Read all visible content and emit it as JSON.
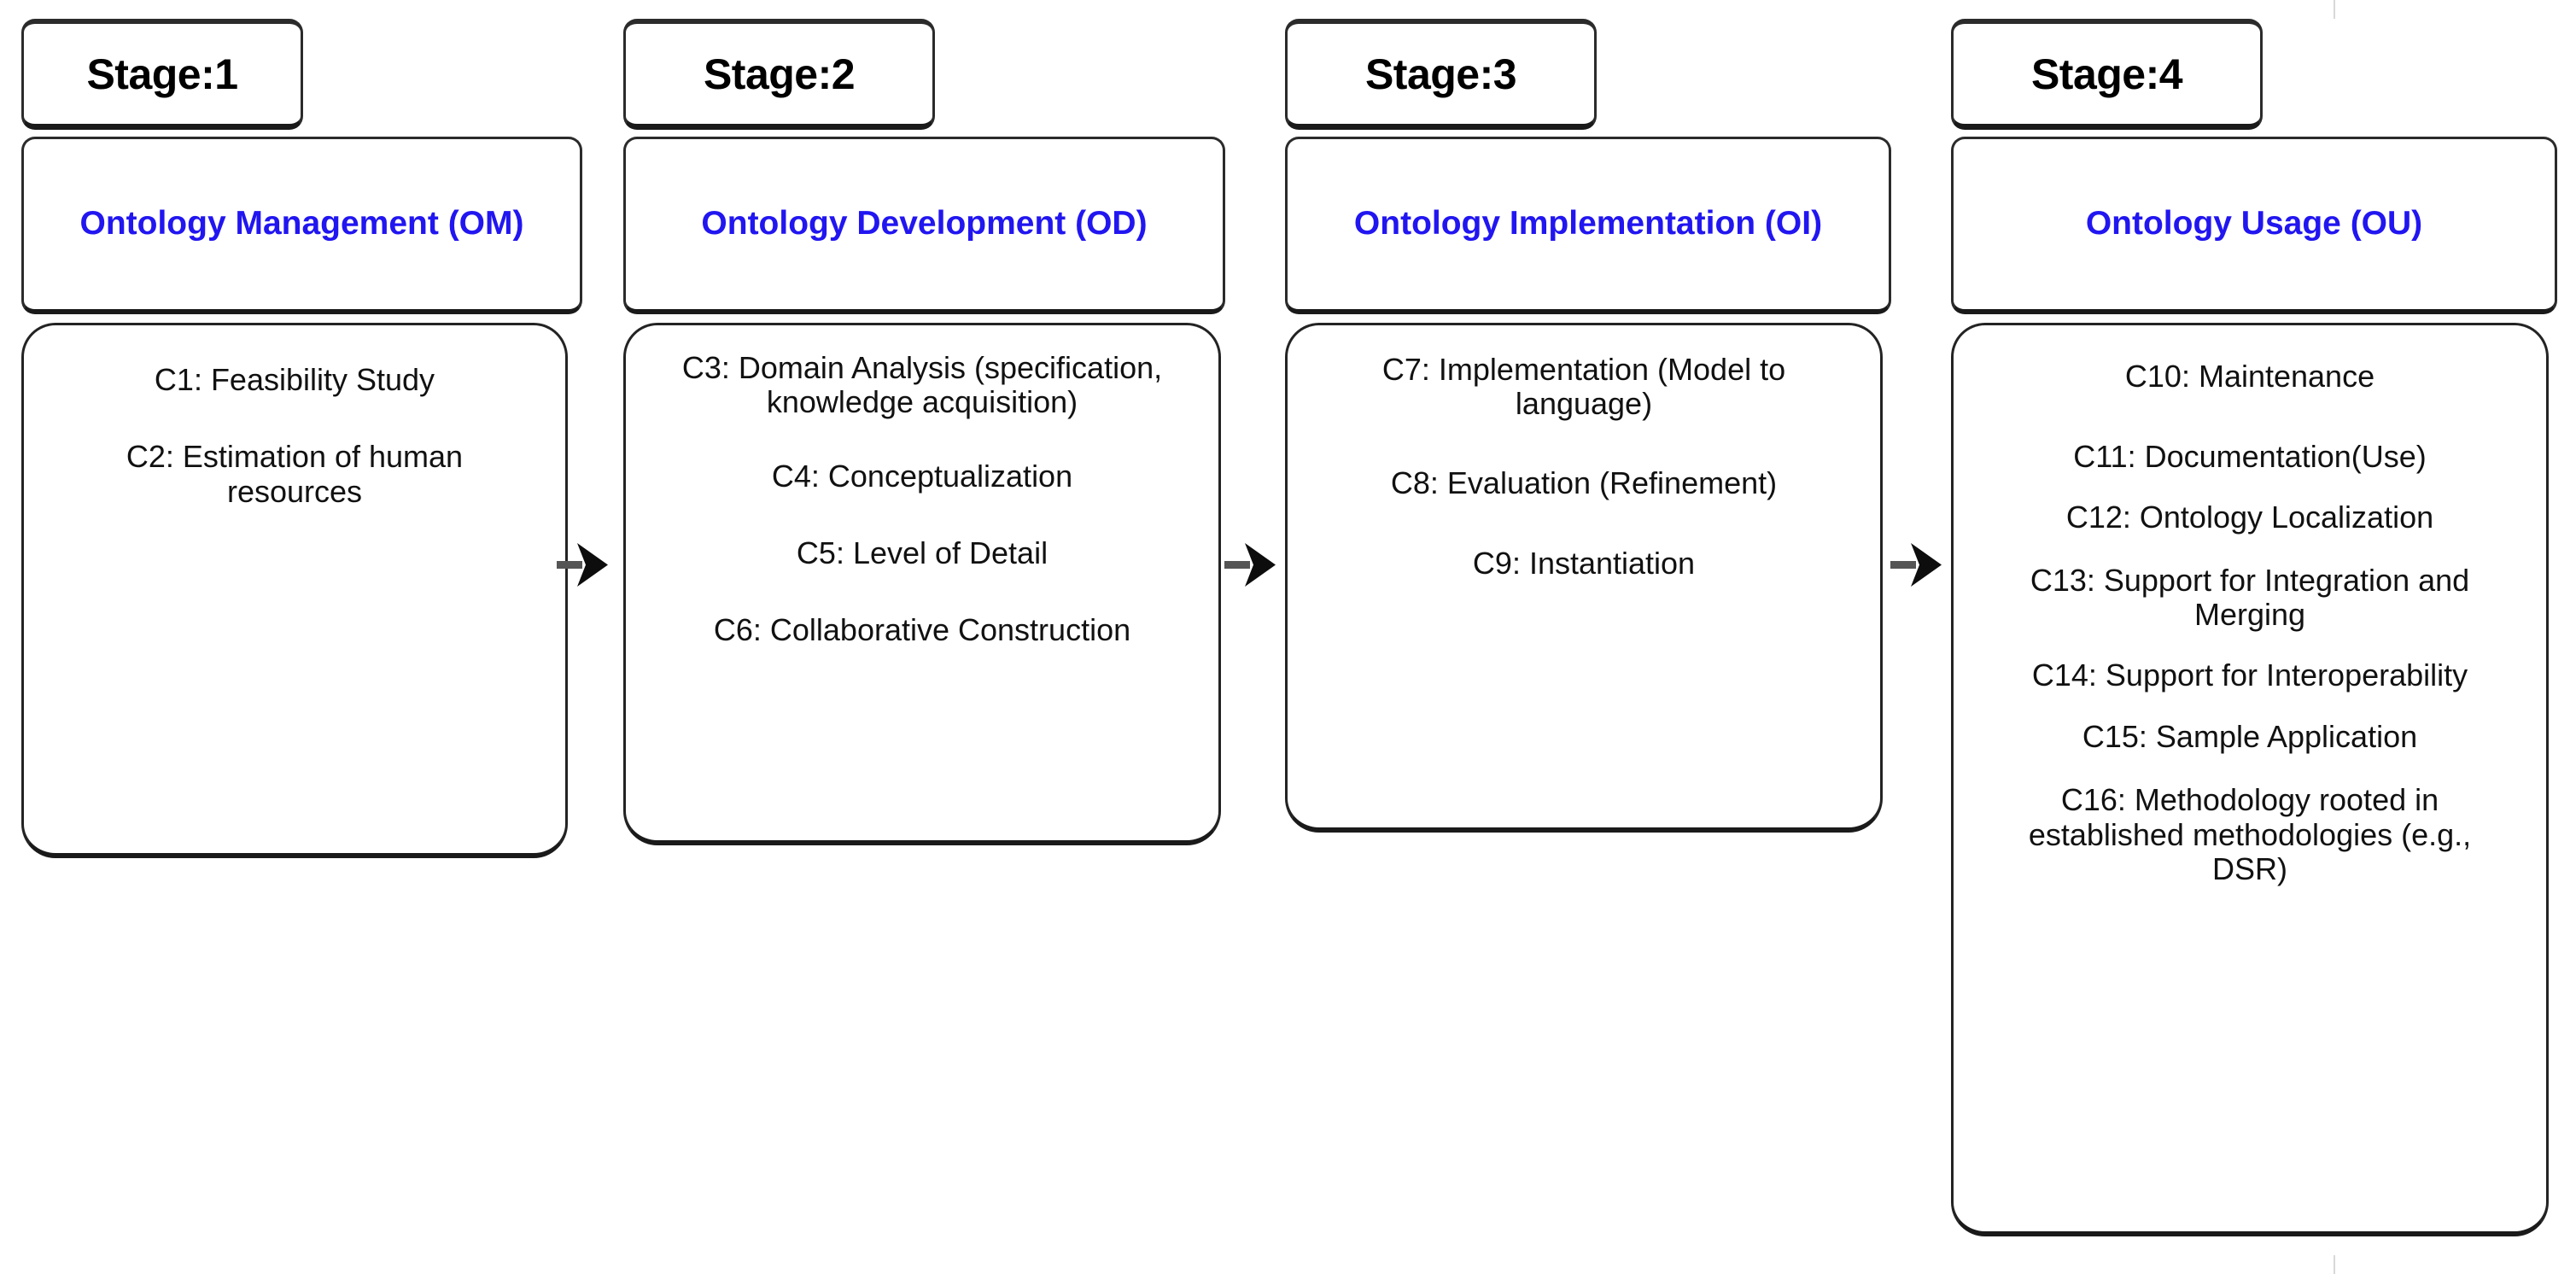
{
  "diagram": {
    "title": "Four-stage ontology engineering process",
    "accent_color": "#2116f0",
    "line_color": "#222222",
    "background": "#ffffff",
    "arrow_color": "#111111"
  },
  "stages": [
    {
      "header": "Stage:1",
      "subtitle": "Ontology Management (OM)",
      "items": [
        "C1: Feasibility Study",
        "C2: Estimation of human resources"
      ]
    },
    {
      "header": "Stage:2",
      "subtitle": "Ontology Development (OD)",
      "items": [
        "C3: Domain Analysis (specification, knowledge acquisition)",
        "C4: Conceptualization",
        "C5: Level of Detail",
        "C6: Collaborative Construction"
      ]
    },
    {
      "header": "Stage:3",
      "subtitle": "Ontology Implementation (OI)",
      "items": [
        "C7: Implementation (Model to language)",
        "C8: Evaluation (Refinement)",
        "C9: Instantiation"
      ]
    },
    {
      "header": "Stage:4",
      "subtitle": "Ontology Usage (OU)",
      "items": [
        "C10: Maintenance",
        "C11: Documentation(Use)",
        "C12: Ontology Localization",
        "C13: Support for Integration and Merging",
        "C14: Support  for Interoperability",
        "C15:  Sample Application",
        "C16: Methodology rooted in established methodologies (e.g., DSR)"
      ]
    }
  ],
  "connectors": [
    {
      "name": "arrow-stage1-to-stage2",
      "glyph": "right-arrow"
    },
    {
      "name": "arrow-stage2-to-stage3",
      "glyph": "right-arrow"
    },
    {
      "name": "arrow-stage3-to-stage4",
      "glyph": "right-arrow"
    }
  ]
}
